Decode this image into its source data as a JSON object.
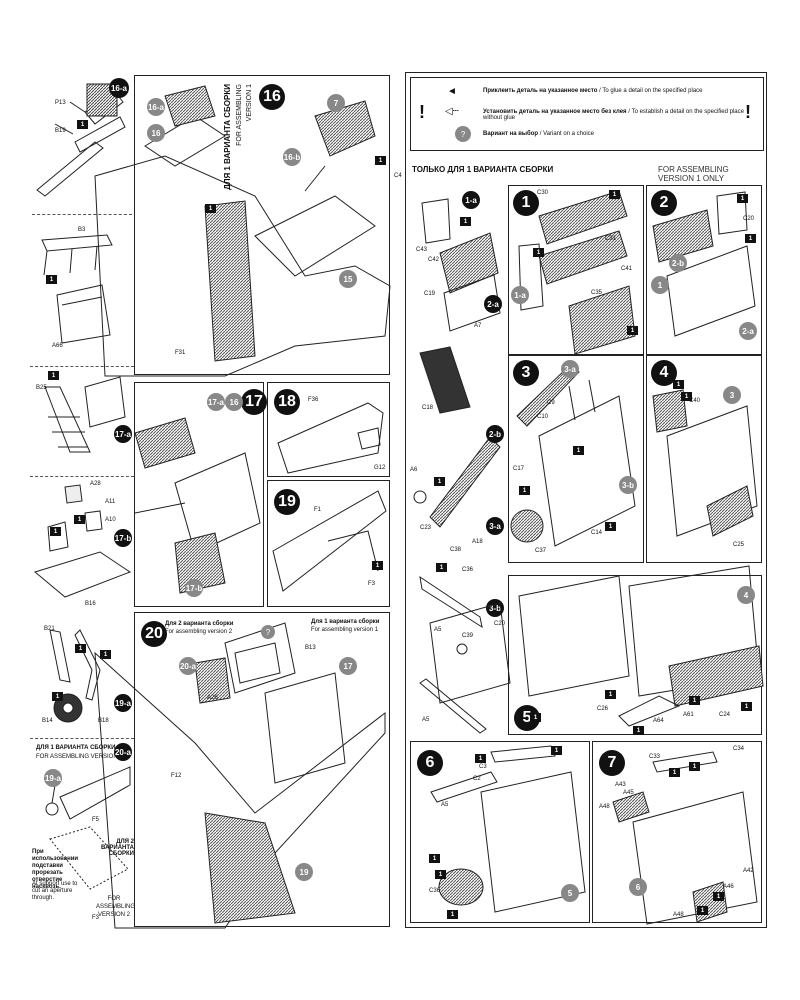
{
  "left_page": {
    "left_column": {
      "step_16a": {
        "label": "16-a",
        "parts": [
          "P13",
          "B19"
        ],
        "glue_mark": "1"
      },
      "step_b_top": {
        "parts": [
          "B3",
          "A66"
        ],
        "glue_mark": "1"
      },
      "step_17a": {
        "label": "17-a",
        "parts": [
          "B25"
        ],
        "glue_mark": "1"
      },
      "step_17b": {
        "label": "17-b",
        "parts": [
          "A28",
          "A11",
          "A10",
          "B16"
        ],
        "glue_marks": [
          "1",
          "1"
        ]
      },
      "step_19a": {
        "label": "19-a",
        "parts": [
          "B21",
          "B14",
          "B18"
        ],
        "glue_marks": [
          "1",
          "1",
          "1"
        ]
      },
      "step_20a": {
        "label": "20-a",
        "heading_ru": "ДЛЯ 1 ВАРИАНТА СБОРКИ",
        "heading_en": "FOR ASSEMBLING VERSION 1",
        "parts": [
          "F5"
        ],
        "sub_label": "19-a",
        "version2_ru": "ДЛЯ 2 ВАРИАНТА СБОРКИ",
        "note_ru": "При использовании подставки прорезать отверстие насквозь.",
        "note_en": "At support use to cut an aperture through.",
        "version2_en": "FOR ASSEMBLING VERSION 2",
        "part_f3": "F3"
      }
    },
    "step_16": {
      "label": "16",
      "vertical_ru": "ДЛЯ 1 ВАРИАНТА СБОРКИ",
      "vertical_en1": "FOR ASSEMBLING",
      "vertical_en2": "VERSION 1",
      "subs": [
        "16-a",
        "16",
        "16-b"
      ],
      "parts": [
        "7",
        "F31",
        "15"
      ],
      "glue_marks": [
        "1",
        "1"
      ]
    },
    "step_17": {
      "label": "17",
      "subs": [
        "17-a",
        "16",
        "17-b"
      ]
    },
    "step_18": {
      "label": "18",
      "parts": [
        "F36",
        "G12"
      ]
    },
    "step_19": {
      "label": "19",
      "parts": [
        "F1",
        "F3"
      ],
      "glue_mark": "1"
    },
    "step_20": {
      "label": "20",
      "version2_ru": "Для 2 варианта сборки",
      "version2_en": "For assembling version 2",
      "version1_ru": "Для 1 варианта сборки",
      "version1_en": "For assembling version 1",
      "parts": [
        "B13",
        "A26",
        "F12",
        "17",
        "19"
      ],
      "sub_a": "20-a",
      "question": "?"
    }
  },
  "right_page": {
    "page_number": "C4",
    "legend": {
      "glue_ru": "Приклеить деталь на указанное место",
      "glue_en": "To glue a detail on the specified place",
      "noglue_ru": "Установить деталь на указанное место без клея",
      "noglue_en": "To establish a detail on the specified place without glue",
      "choice_ru": "Вариант на выбор",
      "choice_en": "Variant on a choice",
      "question": "?"
    },
    "header_ru": "ТОЛЬКО ДЛЯ 1 ВАРИАНТА СБОРКИ",
    "header_en": "FOR ASSEMBLING VERSION 1 ONLY",
    "steps": {
      "s1a": {
        "label": "1-a",
        "parts": [
          "C43",
          "C42"
        ],
        "glue_mark": "1"
      },
      "s2a": {
        "label": "2-a",
        "parts": [
          "C19",
          "A7"
        ]
      },
      "s1": {
        "label": "1",
        "parts": [
          "C30",
          "C31",
          "C41",
          "C35",
          "1-a"
        ],
        "glue_marks": [
          "1",
          "1",
          "1"
        ]
      },
      "s2": {
        "label": "2",
        "parts": [
          "C20",
          "1",
          "2-b",
          "2-a"
        ],
        "glue_marks": [
          "1",
          "1"
        ]
      },
      "s2b": {
        "label": "2-b",
        "parts": [
          "C18",
          "A6"
        ],
        "glue_mark": "1"
      },
      "s3a": {
        "label": "3-a",
        "parts": [
          "C23",
          "C38",
          "C36",
          "A18",
          "A3",
          "A5",
          "C37"
        ],
        "glue_mark": "1"
      },
      "s3b": {
        "label": "3-b",
        "parts": [
          "C39",
          "A5",
          "C20"
        ]
      },
      "s3": {
        "label": "3",
        "parts": [
          "3-a",
          "C9",
          "C10",
          "C17",
          "C14",
          "3-b",
          "C37"
        ],
        "glue_marks": [
          "1",
          "1",
          "1"
        ]
      },
      "s4": {
        "label": "4",
        "parts": [
          "C40",
          "3",
          "C25"
        ],
        "glue_marks": [
          "1",
          "1"
        ]
      },
      "s5": {
        "label": "5",
        "parts": [
          "A5",
          "C26",
          "A64",
          "A61",
          "C24",
          "4"
        ],
        "glue_marks": [
          "1",
          "1",
          "1",
          "1",
          "1"
        ]
      },
      "s6": {
        "label": "6",
        "parts": [
          "C3",
          "C2",
          "A5",
          "C36",
          "5"
        ],
        "glue_marks": [
          "1",
          "1",
          "1",
          "1",
          "1"
        ]
      },
      "s7": {
        "label": "7",
        "parts": [
          "C33",
          "C34",
          "A43",
          "A48",
          "A45",
          "A42",
          "A46",
          "6",
          "A48"
        ],
        "glue_marks": [
          "1",
          "1",
          "1",
          "1"
        ]
      }
    }
  },
  "colors": {
    "ink": "#111111",
    "grey_choice": "#888888",
    "paper": "#ffffff"
  }
}
